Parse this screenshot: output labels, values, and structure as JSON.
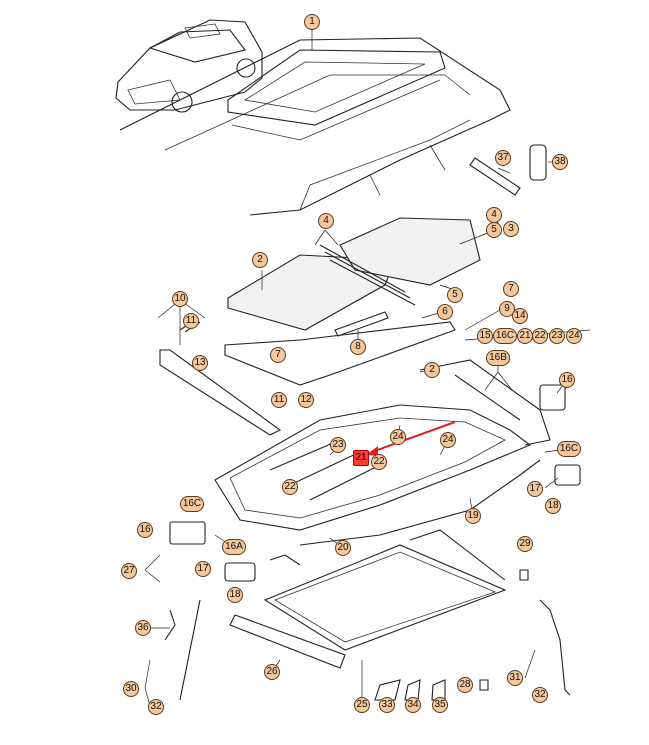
{
  "diagram": {
    "callouts": [
      {
        "id": "c1",
        "text": "1"
      },
      {
        "id": "c2a",
        "text": "2"
      },
      {
        "id": "c2b",
        "text": "2"
      },
      {
        "id": "c3a",
        "text": "3"
      },
      {
        "id": "c4a",
        "text": "4"
      },
      {
        "id": "c4b",
        "text": "4"
      },
      {
        "id": "c5a",
        "text": "5"
      },
      {
        "id": "c5b",
        "text": "5"
      },
      {
        "id": "c6",
        "text": "6"
      },
      {
        "id": "c7a",
        "text": "7"
      },
      {
        "id": "c7b",
        "text": "7"
      },
      {
        "id": "c8",
        "text": "8"
      },
      {
        "id": "c9",
        "text": "9"
      },
      {
        "id": "c10",
        "text": "10"
      },
      {
        "id": "c11a",
        "text": "11"
      },
      {
        "id": "c11b",
        "text": "11"
      },
      {
        "id": "c12",
        "text": "12"
      },
      {
        "id": "c13",
        "text": "13"
      },
      {
        "id": "c14",
        "text": "14"
      },
      {
        "id": "c15",
        "text": "15"
      },
      {
        "id": "c16a",
        "text": "16"
      },
      {
        "id": "c16b",
        "text": "16"
      },
      {
        "id": "c16A",
        "text": "16A"
      },
      {
        "id": "c16B",
        "text": "16B"
      },
      {
        "id": "c16C1",
        "text": "16C"
      },
      {
        "id": "c16C2",
        "text": "16C"
      },
      {
        "id": "c16C3",
        "text": "16C"
      },
      {
        "id": "c17a",
        "text": "17"
      },
      {
        "id": "c17b",
        "text": "17"
      },
      {
        "id": "c18a",
        "text": "18"
      },
      {
        "id": "c18b",
        "text": "18"
      },
      {
        "id": "c19",
        "text": "19"
      },
      {
        "id": "c20",
        "text": "20"
      },
      {
        "id": "c21a",
        "text": "21"
      },
      {
        "id": "c21b",
        "text": "21"
      },
      {
        "id": "c22a",
        "text": "22"
      },
      {
        "id": "c22b",
        "text": "22"
      },
      {
        "id": "c22c",
        "text": "22"
      },
      {
        "id": "c23a",
        "text": "23"
      },
      {
        "id": "c23b",
        "text": "23"
      },
      {
        "id": "c24a",
        "text": "24"
      },
      {
        "id": "c24b",
        "text": "24"
      },
      {
        "id": "c24c",
        "text": "24"
      },
      {
        "id": "c25",
        "text": "25"
      },
      {
        "id": "c26",
        "text": "26"
      },
      {
        "id": "c27",
        "text": "27"
      },
      {
        "id": "c28",
        "text": "28"
      },
      {
        "id": "c29",
        "text": "29"
      },
      {
        "id": "c30",
        "text": "30"
      },
      {
        "id": "c31",
        "text": "31"
      },
      {
        "id": "c32a",
        "text": "32"
      },
      {
        "id": "c32b",
        "text": "32"
      },
      {
        "id": "c33",
        "text": "33"
      },
      {
        "id": "c34",
        "text": "34"
      },
      {
        "id": "c35",
        "text": "35"
      },
      {
        "id": "c36",
        "text": "36"
      },
      {
        "id": "c37",
        "text": "37"
      },
      {
        "id": "c38",
        "text": "38"
      }
    ],
    "highlight": {
      "text": "21"
    },
    "colors": {
      "badge": "#f6c79a",
      "highlight": "#ff3b30",
      "arrow": "#e02020",
      "line": "#222222"
    }
  }
}
